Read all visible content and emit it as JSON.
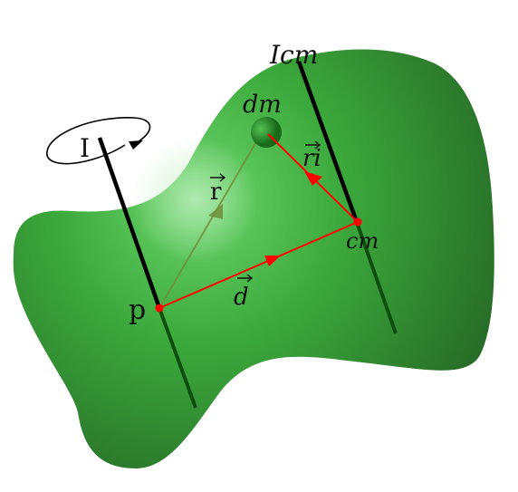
{
  "labels": {
    "I": "I",
    "Icm": "Icm",
    "dm": "dm",
    "r": "r",
    "ri": "ri",
    "cm": "cm",
    "p": "p",
    "d": "d"
  },
  "colors": {
    "body_light": "#5ccf5c",
    "body_mid": "#3aa83a",
    "body_dark": "#2b6f2b",
    "axis": "#000000",
    "axis_inside": "#0c4f0c",
    "vector": "#ff0000",
    "vector_hidden": "#6f8f3a",
    "mass": "#1f8a1f"
  }
}
